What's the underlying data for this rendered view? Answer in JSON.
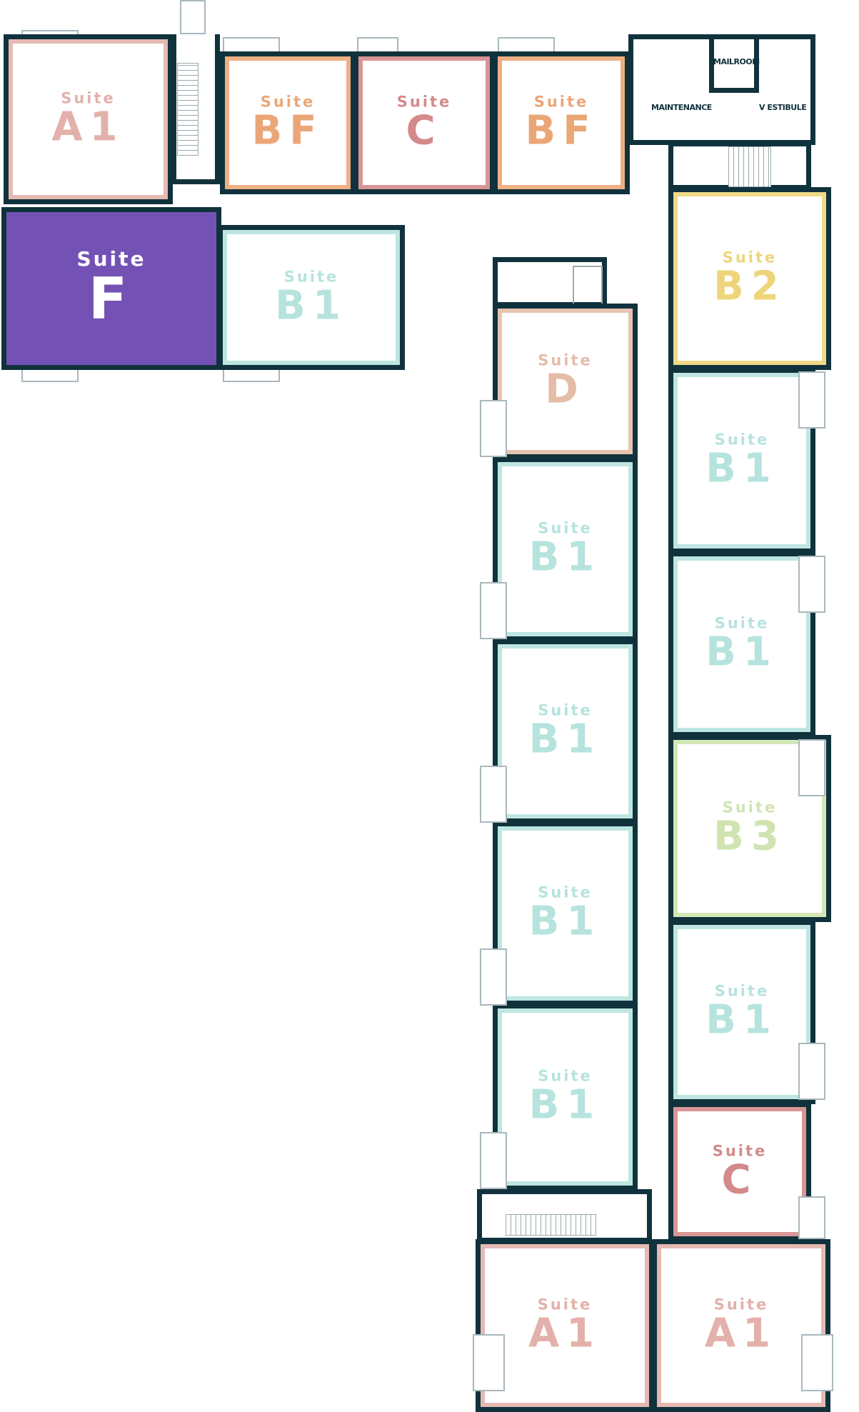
{
  "prefix": "Suite",
  "colors": {
    "wall": "#10323c",
    "A1": "#e3b1ab",
    "BF": "#eba677",
    "C": "#d48a8a",
    "B1": "#b6e3de",
    "F": "#7452b5",
    "B2": "#eed57a",
    "B3": "#cfe4b0",
    "D": "#e4bca8"
  },
  "suites": [
    {
      "code": "A1"
    },
    {
      "code": "BF"
    },
    {
      "code": "C"
    },
    {
      "code": "BF"
    },
    {
      "code": "F"
    },
    {
      "code": "B1"
    },
    {
      "code": "B2"
    },
    {
      "code": "D"
    },
    {
      "code": "B1"
    },
    {
      "code": "B1"
    },
    {
      "code": "B1"
    },
    {
      "code": "B1"
    },
    {
      "code": "B1"
    },
    {
      "code": "B1"
    },
    {
      "code": "B1"
    },
    {
      "code": "B3"
    },
    {
      "code": "B1"
    },
    {
      "code": "C"
    },
    {
      "code": "A1"
    },
    {
      "code": "A1"
    }
  ],
  "rooms": {
    "mail_room": "MAILROOM",
    "maintenance": "MAINTENANCE",
    "vestibule": "V ESTIBULE"
  }
}
